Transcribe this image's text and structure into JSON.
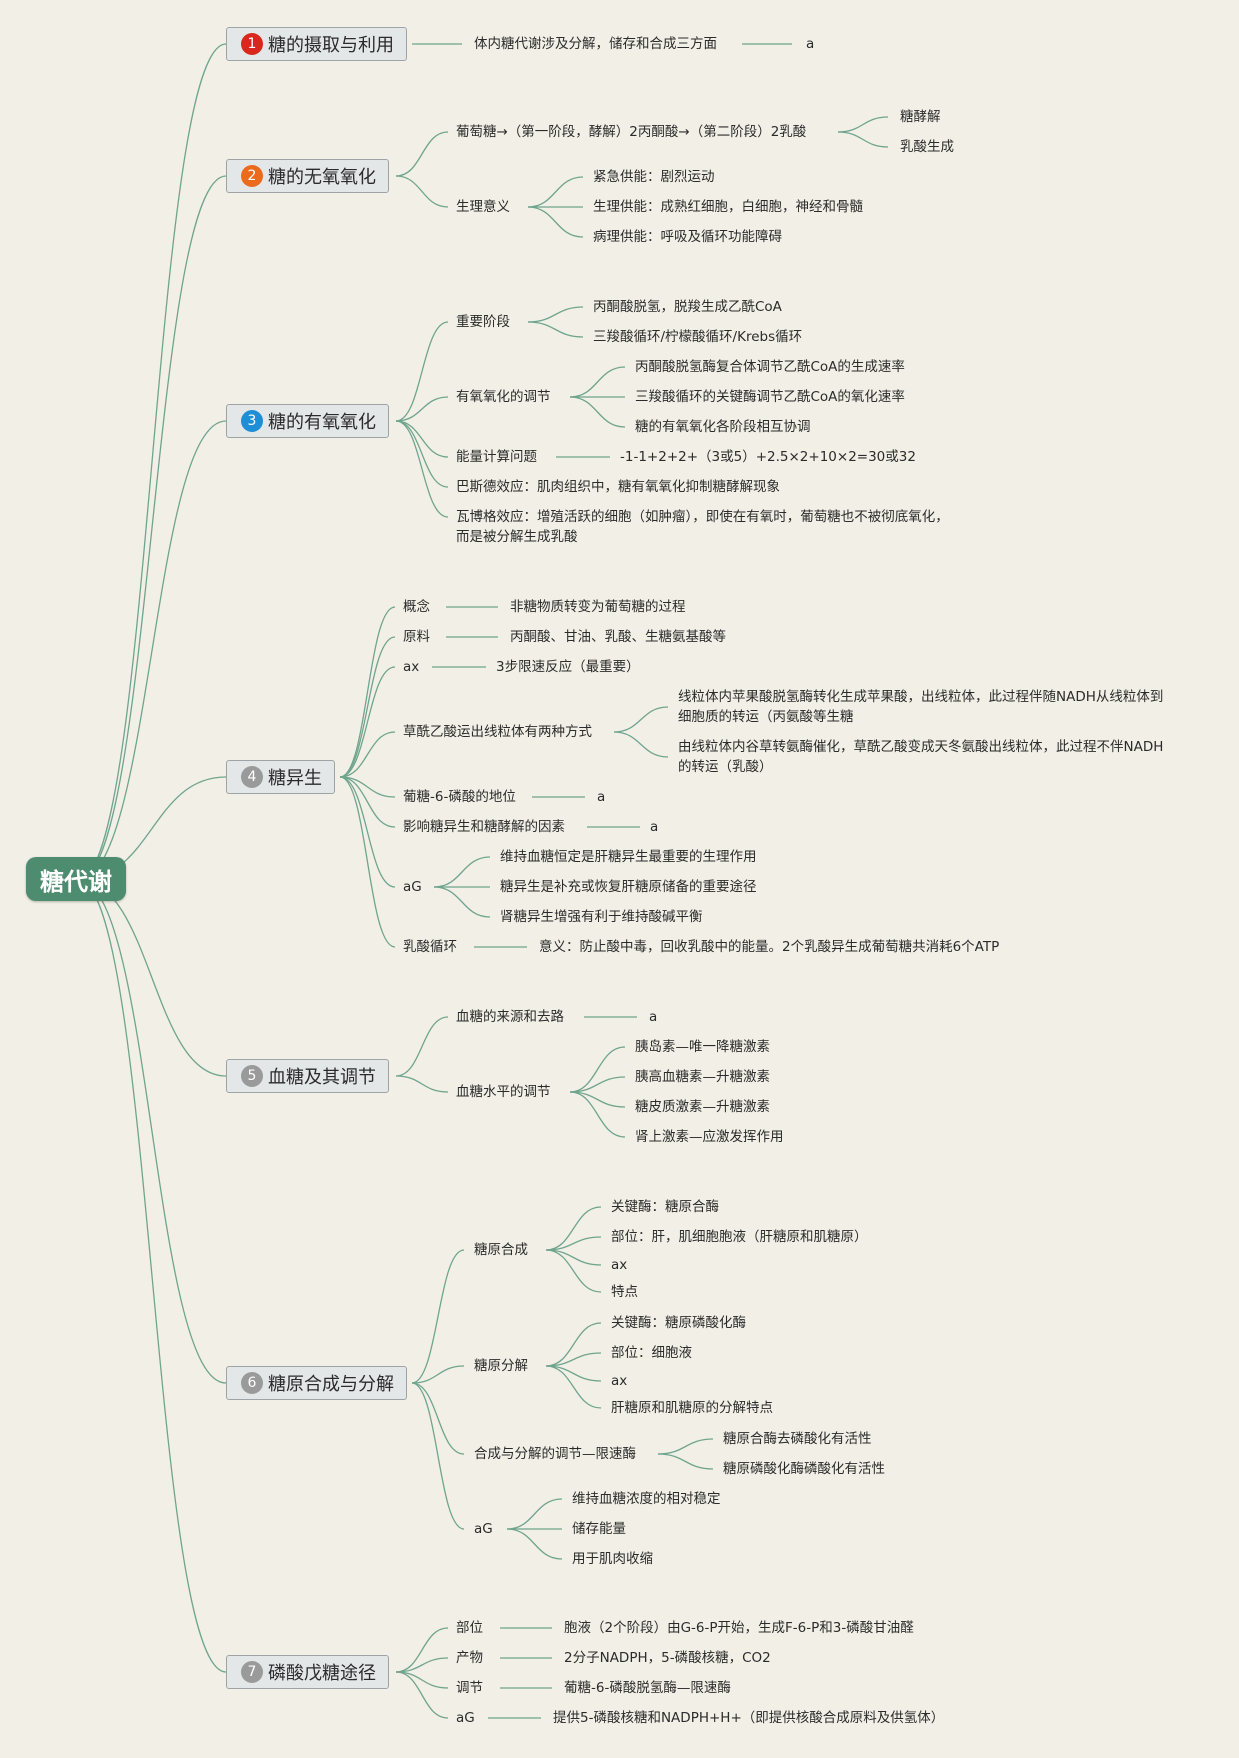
{
  "root": {
    "label": "糖代谢"
  },
  "branches": [
    {
      "num": "1",
      "color": "#d9271e",
      "label": "糖的摄取与利用"
    },
    {
      "num": "2",
      "color": "#ec6a1c",
      "label": "糖的无氧氧化"
    },
    {
      "num": "3",
      "color": "#1e8fd6",
      "label": "糖的有氧氧化"
    },
    {
      "num": "4",
      "color": "#9a9a9a",
      "label": "糖异生"
    },
    {
      "num": "5",
      "color": "#9a9a9a",
      "label": "血糖及其调节"
    },
    {
      "num": "6",
      "color": "#9a9a9a",
      "label": "糖原合成与分解"
    },
    {
      "num": "7",
      "color": "#9a9a9a",
      "label": "磷酸戊糖途径"
    }
  ],
  "nodes": {
    "b1_a": "体内糖代谢涉及分解，储存和合成三方面",
    "b1_b": "a",
    "b2_a": "葡萄糖→（第一阶段，酵解）2丙酮酸→（第二阶段）2乳酸",
    "b2_a1": "糖酵解",
    "b2_a2": "乳酸生成",
    "b2_b": "生理意义",
    "b2_b1": "紧急供能：剧烈运动",
    "b2_b2": "生理供能：成熟红细胞，白细胞，神经和骨髓",
    "b2_b3": "病理供能：呼吸及循环功能障碍",
    "b3_a": "重要阶段",
    "b3_a1": "丙酮酸脱氢，脱羧生成乙酰CoA",
    "b3_a2": "三羧酸循环/柠檬酸循环/Krebs循环",
    "b3_b": "有氧氧化的调节",
    "b3_b1": "丙酮酸脱氢酶复合体调节乙酰CoA的生成速率",
    "b3_b2": "三羧酸循环的关键酶调节乙酰CoA的氧化速率",
    "b3_b3": "糖的有氧氧化各阶段相互协调",
    "b3_c": "能量计算问题",
    "b3_c1": "-1-1+2+2+（3或5）+2.5×2+10×2=30或32",
    "b3_d": "巴斯德效应：肌肉组织中，糖有氧氧化抑制糖酵解现象",
    "b3_e": "瓦博格效应：增殖活跃的细胞（如肿瘤），即使在有氧时，葡萄糖也不被彻底氧化，而是被分解生成乳酸",
    "b4_a": "概念",
    "b4_a1": "非糖物质转变为葡萄糖的过程",
    "b4_b": "原料",
    "b4_b1": "丙酮酸、甘油、乳酸、生糖氨基酸等",
    "b4_c": "ax",
    "b4_c1": "3步限速反应（最重要）",
    "b4_d": "草酰乙酸运出线粒体有两种方式",
    "b4_d1": "线粒体内苹果酸脱氢酶转化生成苹果酸，出线粒体，此过程伴随NADH从线粒体到细胞质的转运（丙氨酸等生糖",
    "b4_d2": "由线粒体内谷草转氨酶催化，草酰乙酸变成天冬氨酸出线粒体，此过程不伴NADH的转运（乳酸）",
    "b4_e": "葡糖-6-磷酸的地位",
    "b4_e1": "a",
    "b4_f": "影响糖异生和糖酵解的因素",
    "b4_f1": "a",
    "b4_g": "aG",
    "b4_g1": "维持血糖恒定是肝糖异生最重要的生理作用",
    "b4_g2": "糖异生是补充或恢复肝糖原储备的重要途径",
    "b4_g3": "肾糖异生增强有利于维持酸碱平衡",
    "b4_h": "乳酸循环",
    "b4_h1": "意义：防止酸中毒，回收乳酸中的能量。2个乳酸异生成葡萄糖共消耗6个ATP",
    "b5_a": "血糖的来源和去路",
    "b5_a1": "a",
    "b5_b": "血糖水平的调节",
    "b5_b1": "胰岛素—唯一降糖激素",
    "b5_b2": "胰高血糖素—升糖激素",
    "b5_b3": "糖皮质激素—升糖激素",
    "b5_b4": "肾上激素—应激发挥作用",
    "b6_a": "糖原合成",
    "b6_a1": "关键酶：糖原合酶",
    "b6_a2": "部位：肝，肌细胞胞液（肝糖原和肌糖原）",
    "b6_a3": "ax",
    "b6_a4": "特点",
    "b6_b": "糖原分解",
    "b6_b1": "关键酶：糖原磷酸化酶",
    "b6_b2": "部位：细胞液",
    "b6_b3": "ax",
    "b6_b4": "肝糖原和肌糖原的分解特点",
    "b6_c": "合成与分解的调节—限速酶",
    "b6_c1": "糖原合酶去磷酸化有活性",
    "b6_c2": "糖原磷酸化酶磷酸化有活性",
    "b6_d": "aG",
    "b6_d1": "维持血糖浓度的相对稳定",
    "b6_d2": "储存能量",
    "b6_d3": "用于肌肉收缩",
    "b7_a": "部位",
    "b7_a1": "胞液（2个阶段）由G-6-P开始，生成F-6-P和3-磷酸甘油醛",
    "b7_b": "产物",
    "b7_b1": "2分子NADPH，5-磷酸核糖，CO2",
    "b7_c": "调节",
    "b7_c1": "葡糖-6-磷酸脱氢酶—限速酶",
    "b7_d": "aG",
    "b7_d1": "提供5-磷酸核糖和NADPH+H+（即提供核酸合成原料及供氢体）"
  },
  "colors": {
    "background": "#f2efe6",
    "root": "#4d8c6e",
    "connector": "#6fa58c"
  }
}
